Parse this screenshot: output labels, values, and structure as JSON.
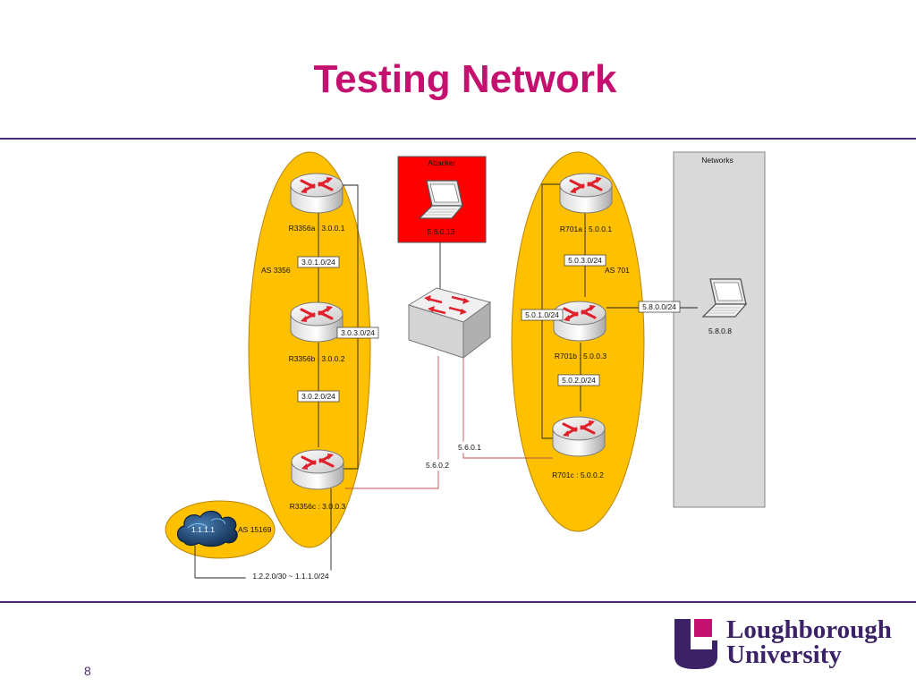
{
  "slide": {
    "title": "Testing Network",
    "page_number": "8"
  },
  "logo": {
    "line1": "Loughborough",
    "line2": "University",
    "colors": {
      "purple": "#3b2267",
      "magenta": "#c4106e"
    }
  },
  "colors": {
    "title": "#c4106e",
    "as_ellipse": "#ffc000",
    "attacker_box": "#ff0000",
    "networks_box": "#d9d9d9",
    "rule": "#4b2d73",
    "router_arrows": "#e0202a",
    "attacker_links": "#c0504d"
  },
  "diagram": {
    "autonomous_systems": {
      "as3356": "AS 3356",
      "as701": "AS 701",
      "as15169": "AS 15169"
    },
    "attacker_box": {
      "label": "Attacker",
      "ip": "5.6.0.13"
    },
    "networks_box": {
      "label": "Networks",
      "host_ip": "5.8.0.8"
    },
    "cloud_label": "1.1.1.1",
    "routers": {
      "r3356a": "R3356a : 3.0.0.1",
      "r3356b": "R3356b : 3.0.0.2",
      "r3356c": "R3356c : 3.0.0.3",
      "r701a": "R701a : 5.0.0.1",
      "r701b": "R701b : 5.0.0.3",
      "r701c": "R701c : 5.0.0.2"
    },
    "links": {
      "l_3_0_1": "3.0.1.0/24",
      "l_3_0_3": "3.0.3.0/24",
      "l_3_0_2": "3.0.2.0/24",
      "l_5_0_3": "5.0.3.0/24",
      "l_5_0_1": "5.0.1.0/24",
      "l_5_0_2": "5.0.2.0/24",
      "l_5_8_0": "5.8.0.0/24",
      "l_5_6_0_1": "5.6.0.1",
      "l_5_6_0_2": "5.6.0.2",
      "l_bottom": "1.2.2.0/30 ~ 1.1.1.0/24"
    }
  }
}
